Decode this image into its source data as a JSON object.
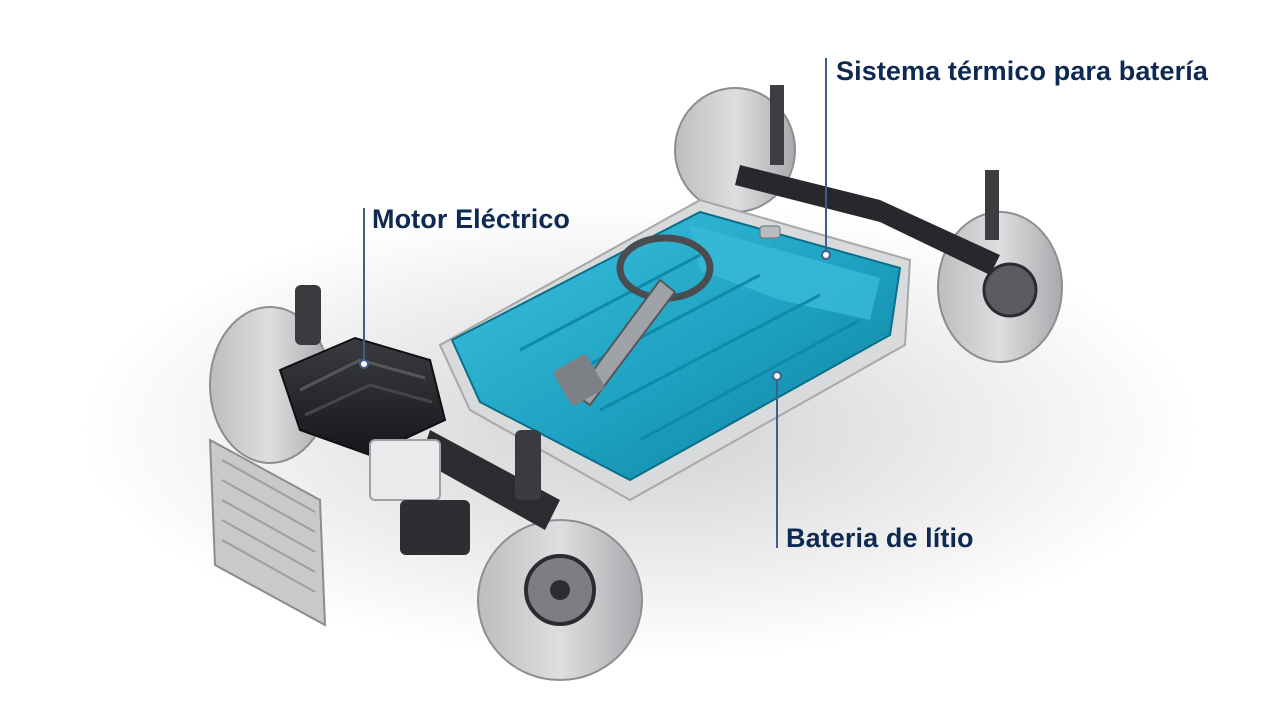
{
  "image": {
    "description_icon": "ev-chassis-illustration",
    "colors": {
      "label_text": "#0e2a52",
      "leader_line": "#3f5f8a",
      "battery": "#1fa4c4",
      "battery_dark": "#0f7f9c",
      "component_dark": "#1f2124",
      "wheel": "#cfcfd1",
      "background": "#ffffff"
    }
  },
  "callouts": {
    "motor": {
      "label": "Motor Eléctrico"
    },
    "thermal": {
      "label": "Sistema térmico para batería"
    },
    "battery": {
      "label": "Bateria de lítio"
    }
  }
}
